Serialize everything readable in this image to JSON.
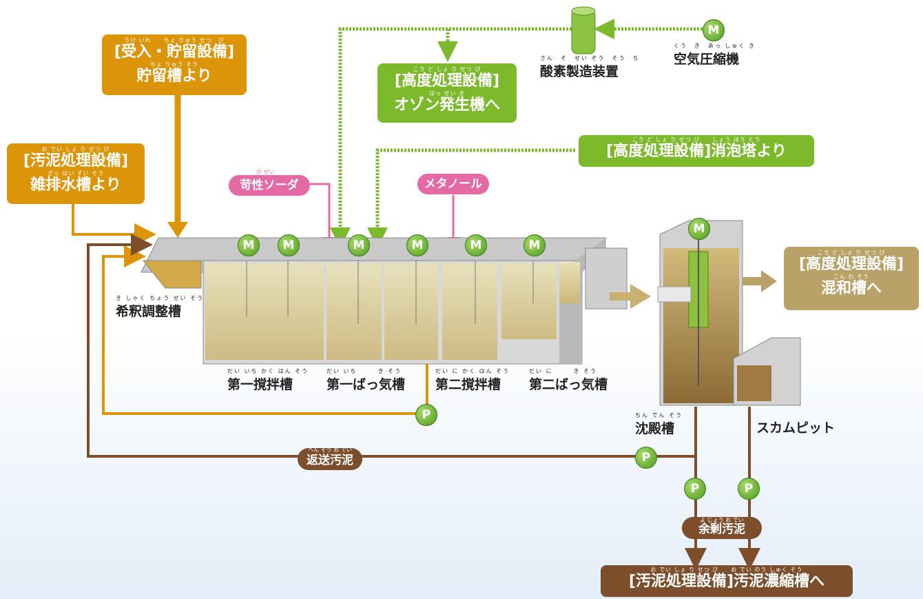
{
  "sources": {
    "storage": {
      "ruby1": "うけ いれ　　ちょ りゅう せつ　び",
      "line1": "[受入・貯留設備]",
      "ruby2": "ちょ りゅう そう",
      "line2": "貯留槽より"
    },
    "sludge_treatment": {
      "ruby1": "お でい しょ り せつ び",
      "line1": "[汚泥処理設備]",
      "ruby2": "ざっ はい すい そう",
      "line2": "雑排水槽より"
    },
    "ozone": {
      "ruby1": "こう ど しょ り せつ び",
      "line1": "[高度処理設備]",
      "ruby2": "はっ せい き",
      "line2": "オゾン発生機へ"
    },
    "defoam": {
      "ruby": "こう ど しょ り せつ び　　しょう ほう とう",
      "line": "[高度処理設備]消泡塔より"
    },
    "mixing": {
      "ruby1": "こう ど しょ り せつ び",
      "line1": "[高度処理設備]",
      "ruby2": "こん わ そう",
      "line2": "混和槽へ"
    },
    "thickener": {
      "ruby": "お でい しょ り せつ び　　お でい のう しゅく そう",
      "line": "[汚泥処理設備]汚泥濃縮槽へ"
    }
  },
  "chemicals": {
    "caustic_ruby": "か せい",
    "caustic": "苛性ソーダ",
    "methanol": "メタノール"
  },
  "equipment": {
    "oxygen_ruby": "さん　そ　せい ぞう　そう　ち",
    "oxygen": "酸素製造装置",
    "compressor_ruby": "くう　き　あっ しゅく き",
    "compressor": "空気圧縮機"
  },
  "tanks": {
    "dilution_ruby": "き しゃく ちょう せい そう",
    "dilution": "希釈調整槽",
    "stir1_ruby": "だい いち かく はん そう",
    "stir1": "第一撹拌槽",
    "aer1_ruby": "だい いち　　　き そう",
    "aer1": "第一ばっ気槽",
    "stir2_ruby": "だい に かく はん そう",
    "stir2": "第二撹拌槽",
    "aer2_ruby": "だい に　　　き そう",
    "aer2": "第二ばっ気槽",
    "settling_ruby": "ちん でん そう",
    "settling": "沈殿槽",
    "scum": "スカムピット"
  },
  "flows": {
    "return_ruby": "へん そう お でい",
    "return_sludge": "返送汚泥",
    "excess_ruby": "よ じょう お でい",
    "excess_sludge": "余剰汚泥"
  },
  "symbols": {
    "motor": "M",
    "pump": "P"
  },
  "colors": {
    "orange": "#dc9408",
    "green": "#7cba2c",
    "pink": "#e36aa4",
    "brown": "#7c4e2c",
    "tan": "#b8a268"
  }
}
